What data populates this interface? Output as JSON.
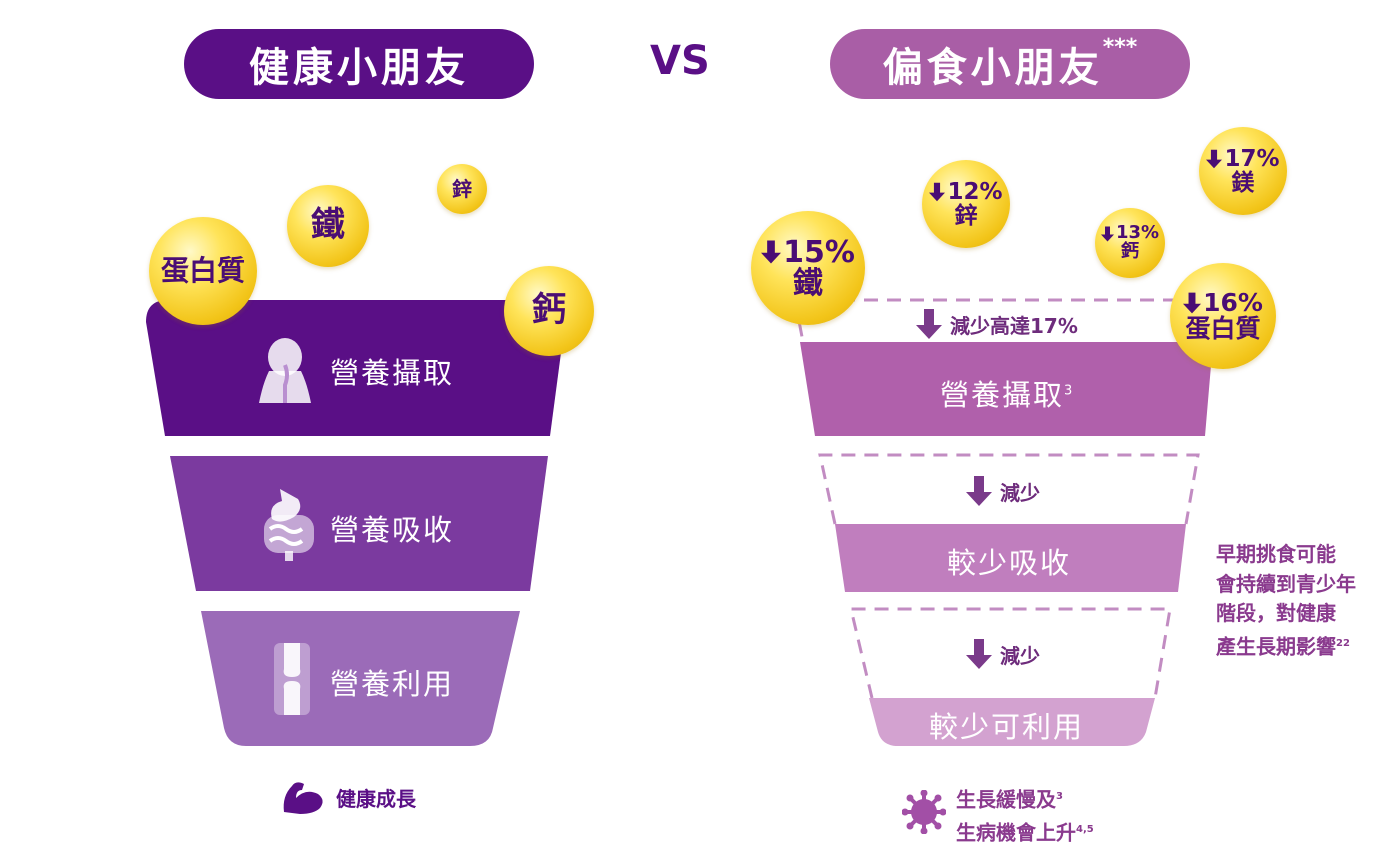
{
  "header": {
    "left_title": "健康小朋友",
    "vs_label": "VS",
    "right_title": "偏食小朋友",
    "right_title_mark": "***"
  },
  "healthy": {
    "tiers": [
      "營養攝取",
      "營養吸收",
      "營養利用"
    ],
    "nutrients": [
      "蛋白質",
      "鐵",
      "鋅",
      "鈣"
    ],
    "outcome": "健康成長"
  },
  "picky": {
    "intake_drop_label": "減少高達17%",
    "tier1": "營養攝取",
    "tier1_ref": "3",
    "reduce_label": "減少",
    "tier2": "較少吸收",
    "tier3": "較少可利用",
    "nutrients": [
      {
        "percent": "15%",
        "name": "鐵"
      },
      {
        "percent": "12%",
        "name": "鋅"
      },
      {
        "percent": "13%",
        "name": "鈣"
      },
      {
        "percent": "17%",
        "name": "鎂"
      },
      {
        "percent": "16%",
        "name": "蛋白質"
      }
    ],
    "note_lines": [
      "早期挑食可能",
      "會持續到青少年",
      "階段，對健康",
      "產生長期影響"
    ],
    "note_ref": "22",
    "outcome_line1": "生長緩慢及",
    "outcome_line1_ref": "3",
    "outcome_line2": "生病機會上升",
    "outcome_line2_ref": "4,5"
  },
  "colors": {
    "deep_purple": "#5a0f86",
    "mid_purple": "#7b3a9f",
    "light_purple": "#9b6bb8",
    "mauve": "#b060ab",
    "mauve_2": "#c07ebe",
    "mauve_3": "#d3a2d0",
    "dashed": "#c28cc2",
    "gold": "#f2c418"
  },
  "icons": {
    "tier1": "head-digestive-icon",
    "tier2": "stomach-intestine-icon",
    "tier3": "knee-joint-icon",
    "outcome_left": "flexed-arm-icon",
    "outcome_right": "virus-icon",
    "drop": "down-arrow-icon"
  }
}
